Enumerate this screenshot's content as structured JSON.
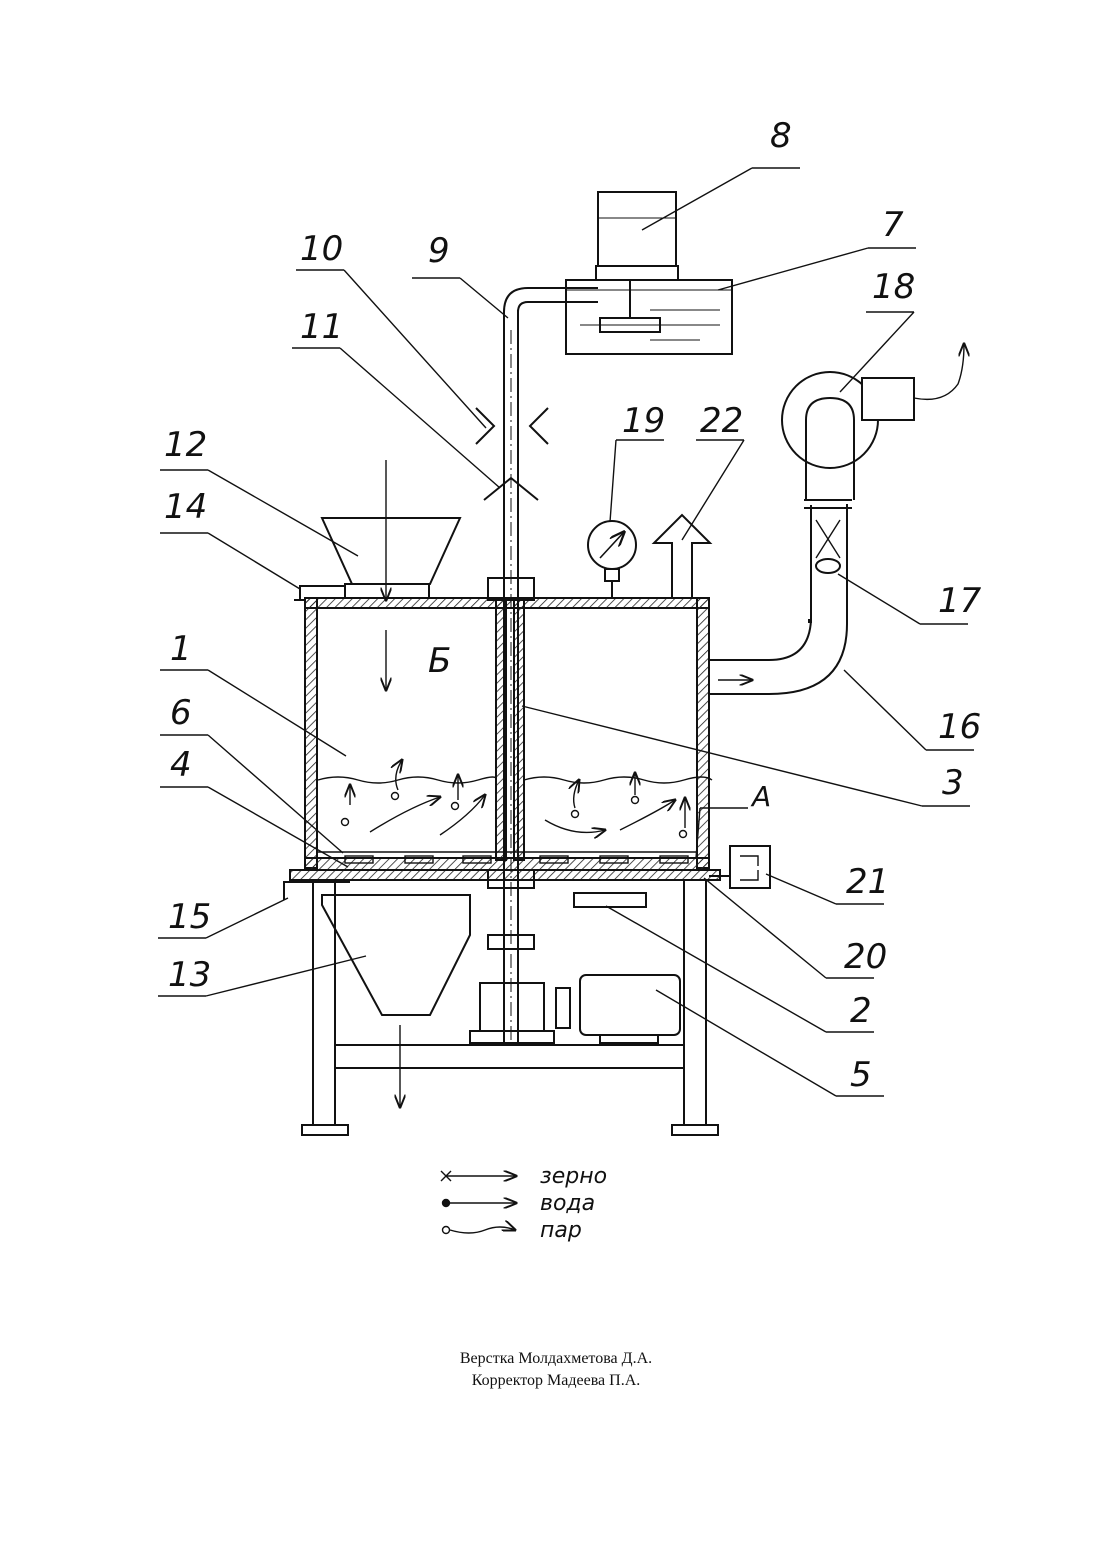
{
  "diagram": {
    "part_labels": [
      "1",
      "2",
      "3",
      "4",
      "5",
      "6",
      "7",
      "8",
      "9",
      "10",
      "11",
      "12",
      "13",
      "14",
      "15",
      "16",
      "17",
      "18",
      "19",
      "20",
      "21",
      "22"
    ],
    "zone_labels": {
      "a": "А",
      "b": "Б"
    },
    "legend": [
      {
        "marker": "cross",
        "text": "зерно"
      },
      {
        "marker": "dot",
        "text": "вода"
      },
      {
        "marker": "circle",
        "text": "пар"
      }
    ]
  },
  "credits": {
    "layout": "Верстка Молдахметова Д.А.",
    "proofreader": "Корректор Мадеева П.А."
  }
}
